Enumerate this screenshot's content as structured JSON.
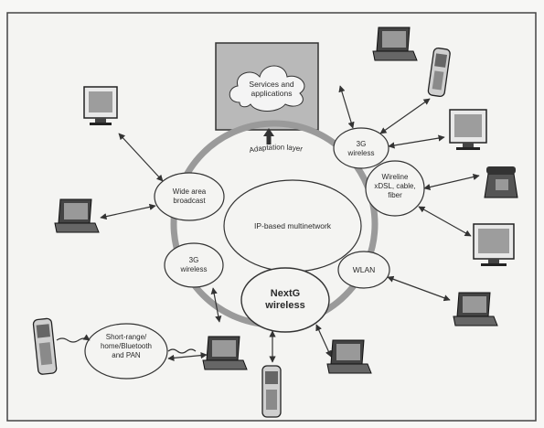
{
  "diagram": {
    "services": "Services and applications",
    "adaptation_layer": "Adaptation layer",
    "core": "IP-based multinetwork",
    "nodes": {
      "wide_area": "Wide area broadcast",
      "g3_top": "3G wireless",
      "wireline": "Wireline xDSL, cable, fiber",
      "wlan": "WLAN",
      "nextg": "NextG wireless",
      "g3_left": "3G wireless",
      "short_range": "Short-range/ home/Bluetooth and PAN"
    }
  },
  "icons": [
    "laptop-icon",
    "phone-icon",
    "monitor-icon",
    "telephone-icon",
    "cloud-icon"
  ]
}
